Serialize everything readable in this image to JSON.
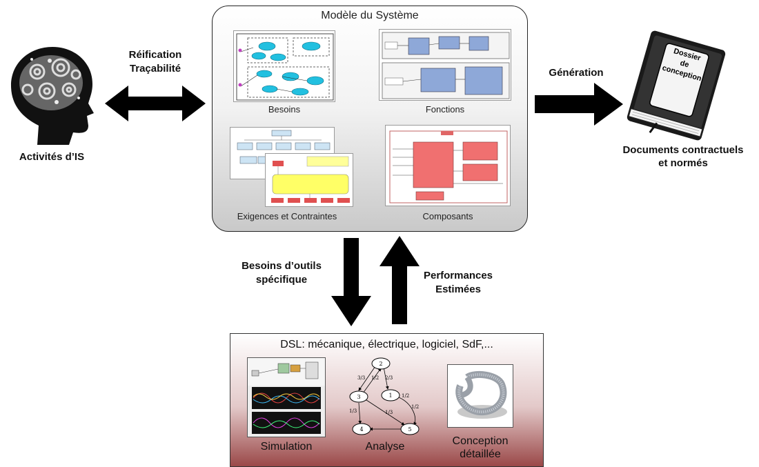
{
  "labels": {
    "reification": "Réification",
    "tracabilite": "Traçabilité",
    "activites": "Activités d’IS",
    "generation": "Génération",
    "documents_line1": "Documents contractuels",
    "documents_line2": "et normés",
    "besoins_outils_line1": "Besoins d’outils",
    "besoins_outils_line2": "spécifique",
    "performances_line1": "Performances",
    "performances_line2": "Estimées"
  },
  "system_model": {
    "title": "Modèle du Système",
    "views": [
      "Besoins",
      "Fonctions",
      "Exigences et Contraintes",
      "Composants"
    ]
  },
  "book": {
    "line1": "Dossier",
    "line2": "de",
    "line3": "conception"
  },
  "dsl": {
    "title": "DSL: mécanique, électrique, logiciel, SdF,...",
    "simulation": "Simulation",
    "analyse": "Analyse",
    "conception_line1": "Conception",
    "conception_line2": "détaillée",
    "graph": {
      "nodes": [
        "1",
        "2",
        "3",
        "4",
        "5"
      ],
      "edge_labels": [
        "3/3",
        "1/2",
        "2/3",
        "1/2",
        "1/3",
        "1/3",
        "1/2"
      ]
    }
  },
  "colors": {
    "arrow": "#000000",
    "dsl_gradient_bottom": "#9a4848",
    "system_box_gradient_bottom": "#c9c9c9"
  }
}
